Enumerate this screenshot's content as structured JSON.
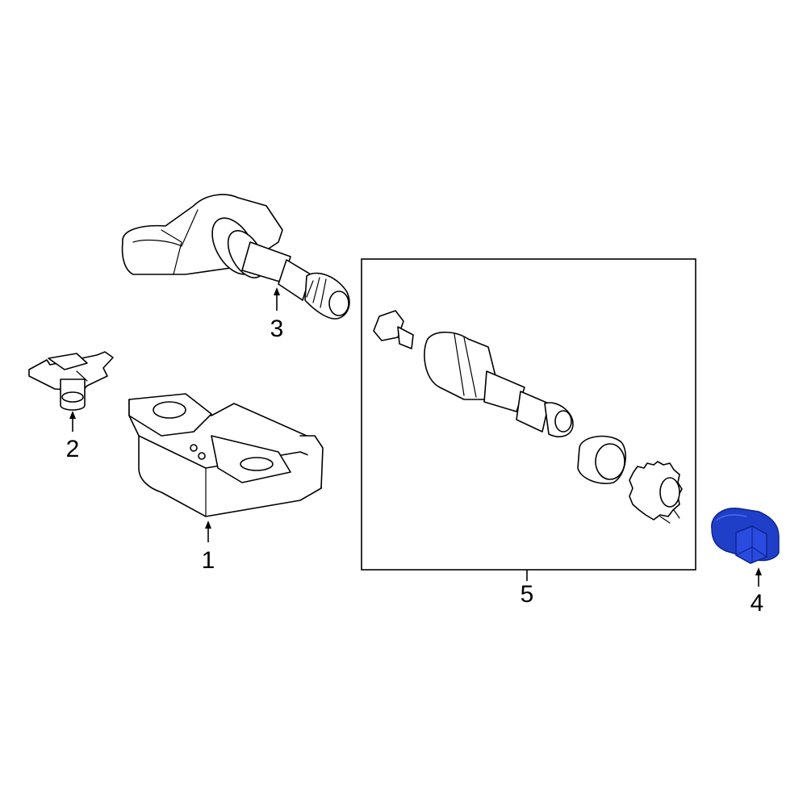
{
  "callouts": {
    "part1": "1",
    "part2": "2",
    "part3": "3",
    "part4": "4",
    "part5": "5"
  },
  "colors": {
    "highlight": "#1f3fc8",
    "highlight_dark": "#0f2590",
    "line": "#000000",
    "background": "#ffffff"
  }
}
